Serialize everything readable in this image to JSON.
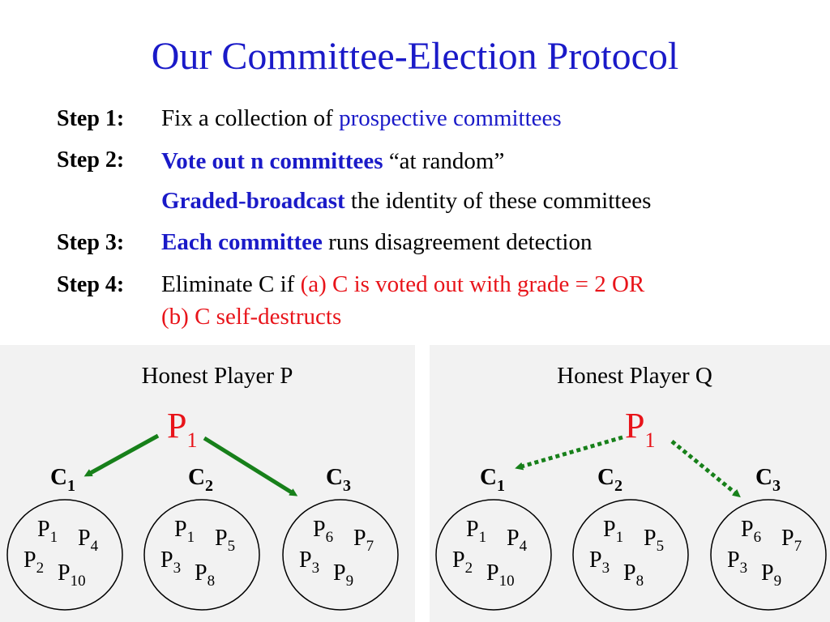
{
  "title": "Our Committee-Election Protocol",
  "steps": [
    {
      "label": "Step 1:",
      "parts": [
        "Fix a collection of ",
        "prospective committees"
      ]
    },
    {
      "label": "Step 2:",
      "parts": [
        "Vote out n committees",
        " “at random”"
      ]
    },
    {
      "label": "",
      "parts": [
        "Graded-broadcast",
        " the identity of these committees"
      ]
    },
    {
      "label": "Step 3:",
      "parts": [
        "Each committee",
        " runs disagreement detection"
      ]
    },
    {
      "label": "Step 4:",
      "parts": [
        "Eliminate C if ",
        "(a) C is voted out with grade = 2 OR"
      ]
    },
    {
      "label": "",
      "parts": [
        "(b) C self-destructs"
      ]
    }
  ],
  "panels": [
    {
      "heading": "Honest Player P",
      "sender": {
        "base": "P",
        "sub": "1"
      },
      "arrow_style": "solid",
      "committees": [
        {
          "name": "C",
          "sub": "1",
          "members": [
            [
              "P",
              "1"
            ],
            [
              "P",
              "4"
            ],
            [
              "P",
              "2"
            ],
            [
              "P",
              "10"
            ]
          ]
        },
        {
          "name": "C",
          "sub": "2",
          "members": [
            [
              "P",
              "1"
            ],
            [
              "P",
              "5"
            ],
            [
              "P",
              "3"
            ],
            [
              "P",
              "8"
            ]
          ]
        },
        {
          "name": "C",
          "sub": "3",
          "members": [
            [
              "P",
              "6"
            ],
            [
              "P",
              "7"
            ],
            [
              "P",
              "3"
            ],
            [
              "P",
              "9"
            ]
          ]
        }
      ]
    },
    {
      "heading": "Honest Player Q",
      "sender": {
        "base": "P",
        "sub": "1"
      },
      "arrow_style": "dotted",
      "committees": [
        {
          "name": "C",
          "sub": "1",
          "members": [
            [
              "P",
              "1"
            ],
            [
              "P",
              "4"
            ],
            [
              "P",
              "2"
            ],
            [
              "P",
              "10"
            ]
          ]
        },
        {
          "name": "C",
          "sub": "2",
          "members": [
            [
              "P",
              "1"
            ],
            [
              "P",
              "5"
            ],
            [
              "P",
              "3"
            ],
            [
              "P",
              "8"
            ]
          ]
        },
        {
          "name": "C",
          "sub": "3",
          "members": [
            [
              "P",
              "6"
            ],
            [
              "P",
              "7"
            ],
            [
              "P",
              "3"
            ],
            [
              "P",
              "9"
            ]
          ]
        }
      ]
    }
  ],
  "colors": {
    "title": "#1a1ac8",
    "highlight_blue": "#1a1ac8",
    "highlight_red": "#e8141a",
    "arrow_green": "#17801a",
    "panel_bg": "#f2f2f2"
  }
}
